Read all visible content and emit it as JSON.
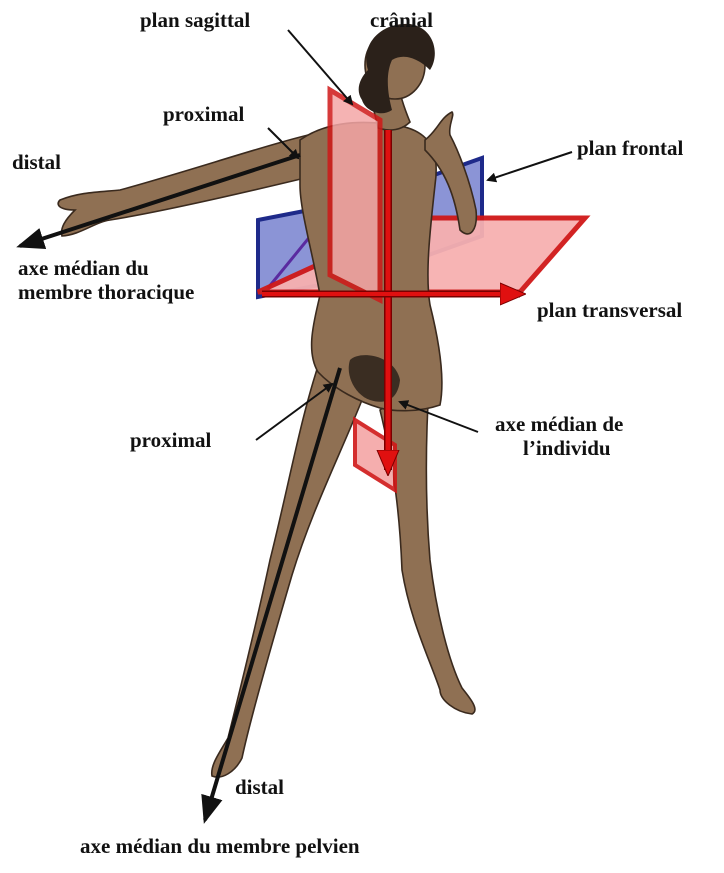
{
  "labels": {
    "plan_sagittal": "plan sagittal",
    "cranial": "crânial",
    "proximal_top": "proximal",
    "distal_top": "distal",
    "plan_frontal": "plan frontal",
    "axe_thoracique_line1": "axe médian du",
    "axe_thoracique_line2": "membre thoracique",
    "plan_transversal": "plan transversal",
    "axe_individu_line1": "axe médian de",
    "axe_individu_line2": "l’individu",
    "proximal_bottom": "proximal",
    "distal_bottom": "distal",
    "axe_pelvien": "axe médian du membre pelvien"
  },
  "colors": {
    "skin": "#8f7053",
    "skin_outline": "#3a2a1e",
    "sagittal_plane": "#f4a6a6",
    "frontal_plane": "#8b94d6",
    "transverse_plane": "#f7b0b0",
    "axis_red": "#e01010",
    "arrow_black": "#111111"
  }
}
